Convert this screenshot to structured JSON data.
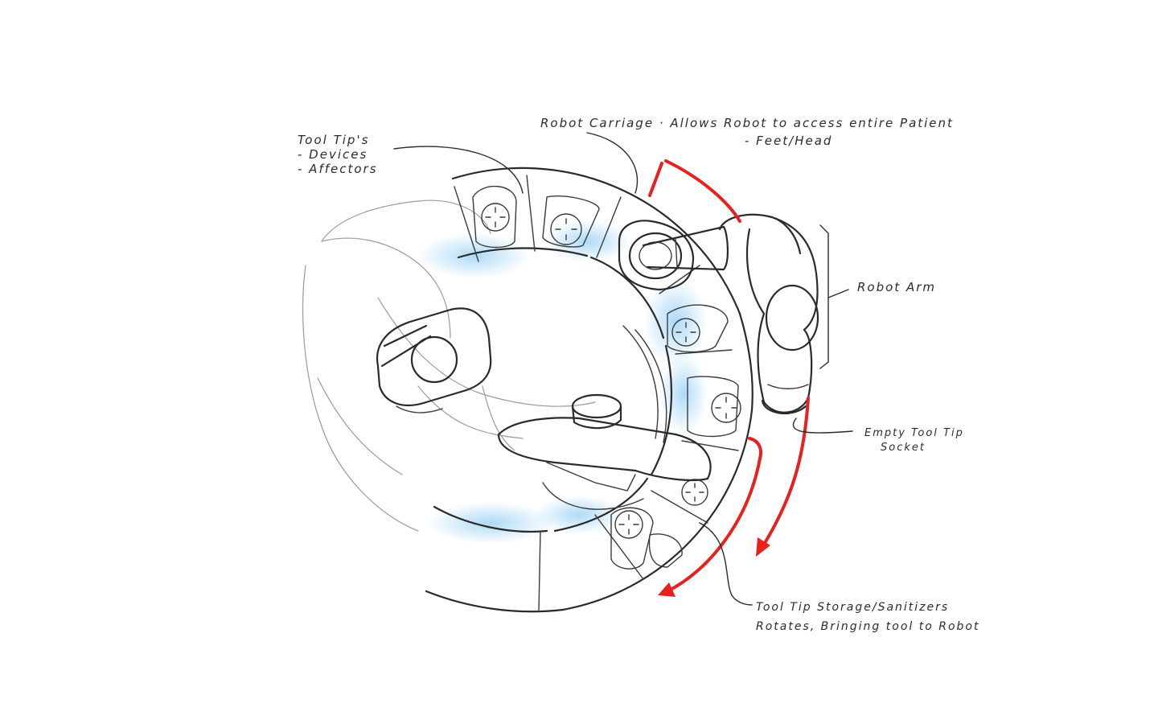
{
  "labels": {
    "tool_tips": {
      "line1": "Tool Tip's",
      "line2": "- Devices",
      "line3": "- Affectors"
    },
    "robot_carriage": {
      "line1": "Robot Carriage · Allows Robot to access entire Patient",
      "line2": "- Feet/Head"
    },
    "robot_arm": "Robot Arm",
    "empty_socket": {
      "line1": "Empty Tool Tip",
      "line2": "Socket"
    },
    "storage": {
      "line1": "Tool Tip Storage/Sanitizers",
      "line2": "Rotates, Bringing tool to Robot"
    }
  },
  "colors": {
    "ink": "#2a2a2a",
    "accent_red": "#e8211f",
    "glow_blue": "#9fd3f5"
  }
}
